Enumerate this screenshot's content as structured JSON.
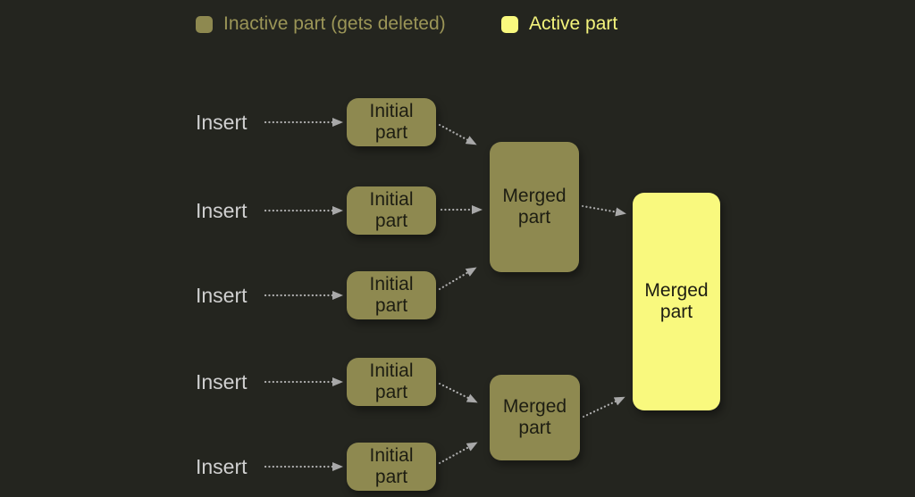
{
  "canvas": {
    "background": "#24251f"
  },
  "legend": {
    "items": [
      {
        "label": "Inactive part (gets deleted)",
        "swatch_color": "#8e8950",
        "text_color": "#9b9557"
      },
      {
        "label": "Active part",
        "swatch_color": "#f9f97e",
        "text_color": "#f4f47c"
      }
    ]
  },
  "diagram": {
    "insert_labels": [
      "Insert",
      "Insert",
      "Insert",
      "Insert",
      "Insert"
    ],
    "nodes": {
      "initial": [
        {
          "label": "Initial part",
          "state": "inactive"
        },
        {
          "label": "Initial part",
          "state": "inactive"
        },
        {
          "label": "Initial part",
          "state": "inactive"
        },
        {
          "label": "Initial part",
          "state": "inactive"
        },
        {
          "label": "Initial part",
          "state": "inactive"
        }
      ],
      "merged_level1": [
        {
          "label": "Merged part",
          "state": "inactive"
        },
        {
          "label": "Merged part",
          "state": "inactive"
        }
      ],
      "merged_final": {
        "label": "Merged part",
        "state": "active"
      }
    },
    "colors": {
      "inactive_fill": "#8e8950",
      "active_fill": "#f9f97e",
      "node_text": "#1d1d12",
      "insert_text": "#d0d0d0",
      "arrow": "#b0b0b0"
    }
  }
}
